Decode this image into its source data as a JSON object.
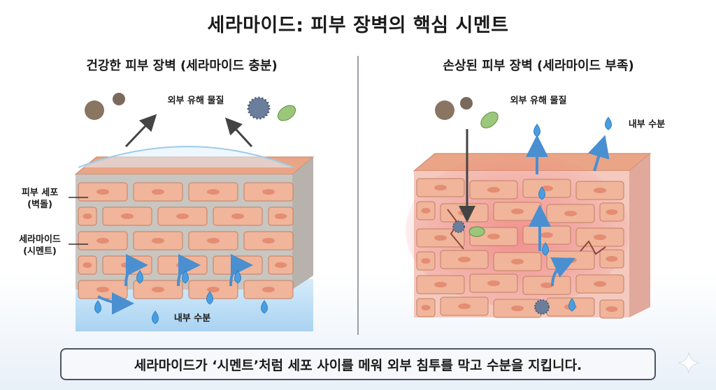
{
  "title": "세라마이드: 피부 장벽의 핵심 시멘트",
  "left": {
    "subtitle": "건강한 피부 장벽 (세라마이드 충분)",
    "threat_label": "외부 유해 물질",
    "cell_label_1": "피부 세포",
    "cell_label_2": "(벽돌)",
    "ceramide_label_1": "세라마이드",
    "ceramide_label_2": "(시멘트)",
    "water_label": "내부 수분"
  },
  "right": {
    "subtitle": "손상된 피부 장벽 (세라마이드 부족)",
    "threat_label": "외부 유해 물질",
    "water_label": "내부 수분"
  },
  "caption": "세라마이드가 ‘시멘트’처럼 세포 사이를 메워 외부 침투를 막고 수분을 지킵니다.",
  "colors": {
    "brick": "#f0b59a",
    "brick_edge": "#c47e62",
    "cement": "#c9c5c0",
    "water": "#4a9ee0",
    "damage": "#f29a9a"
  }
}
